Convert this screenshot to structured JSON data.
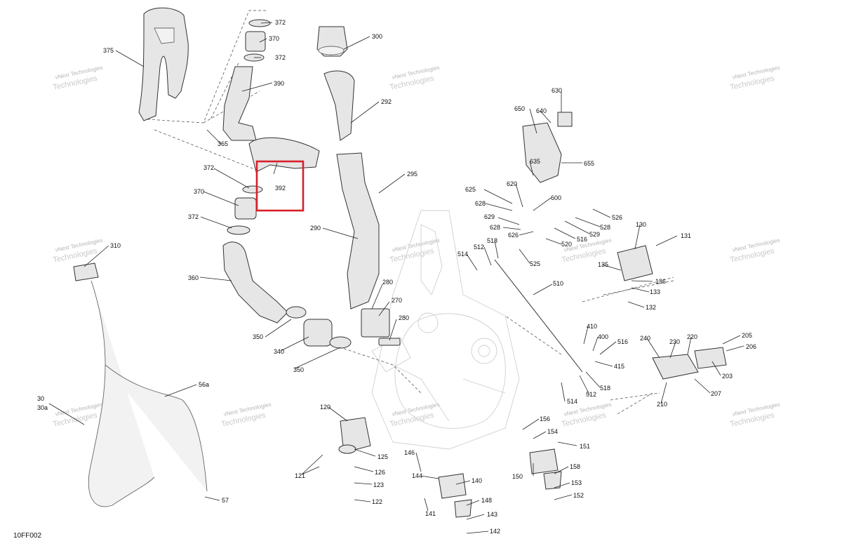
{
  "diagram_code": "10FF002",
  "highlight_callout": "392",
  "highlight_color": "#d8202a",
  "watermark": {
    "line1": "vNext Technologies",
    "line2": "Technologies"
  },
  "callouts": [
    "372",
    "370",
    "372",
    "300",
    "375",
    "390",
    "292",
    "365",
    "392",
    "372",
    "370",
    "372",
    "295",
    "290",
    "310",
    "360",
    "280",
    "270",
    "280",
    "350",
    "340",
    "350",
    "56a",
    "30",
    "30a",
    "57",
    "650",
    "640",
    "630",
    "655",
    "635",
    "625",
    "620",
    "628",
    "600",
    "629",
    "628",
    "626",
    "526",
    "528",
    "529",
    "516",
    "520",
    "525",
    "512",
    "514",
    "518",
    "130",
    "131",
    "135",
    "136",
    "133",
    "132",
    "510",
    "410",
    "400",
    "516",
    "415",
    "518",
    "512",
    "514",
    "240",
    "230",
    "220",
    "205",
    "206",
    "203",
    "207",
    "210",
    "120",
    "125",
    "126",
    "123",
    "122",
    "121",
    "146",
    "144",
    "140",
    "148",
    "141",
    "143",
    "142",
    "156",
    "154",
    "151",
    "150",
    "158",
    "153",
    "152"
  ]
}
